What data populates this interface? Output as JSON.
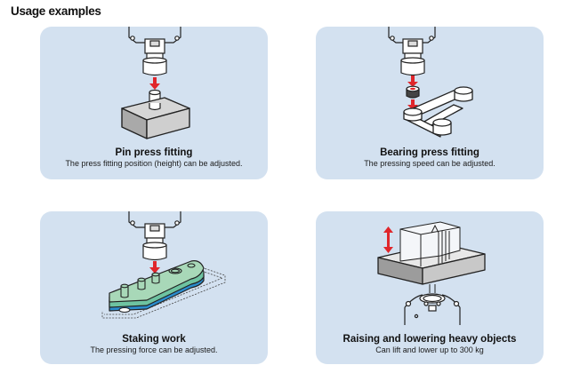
{
  "page": {
    "heading": "Usage examples"
  },
  "examples": [
    {
      "title": "Pin press fitting",
      "description": "The press fitting position (height) can be adjusted.",
      "illustration": "pin-press-fitting-illustration"
    },
    {
      "title": "Bearing press fitting",
      "description": "The pressing speed can be adjusted.",
      "illustration": "bearing-press-fitting-illustration"
    },
    {
      "title": "Staking work",
      "description": "The pressing force can be adjusted.",
      "illustration": "staking-work-illustration"
    },
    {
      "title": "Raising and lowering heavy objects",
      "description": "Can lift and lower up to 300 kg",
      "illustration": "heavy-object-lift-illustration"
    }
  ],
  "colors": {
    "panel_bg": "#d3e1f0",
    "arrow_red": "#e0262b",
    "plate_green": "#a8d8b8",
    "plate_blue": "#2a8ccc",
    "block_gray": "#b0b0b0"
  }
}
